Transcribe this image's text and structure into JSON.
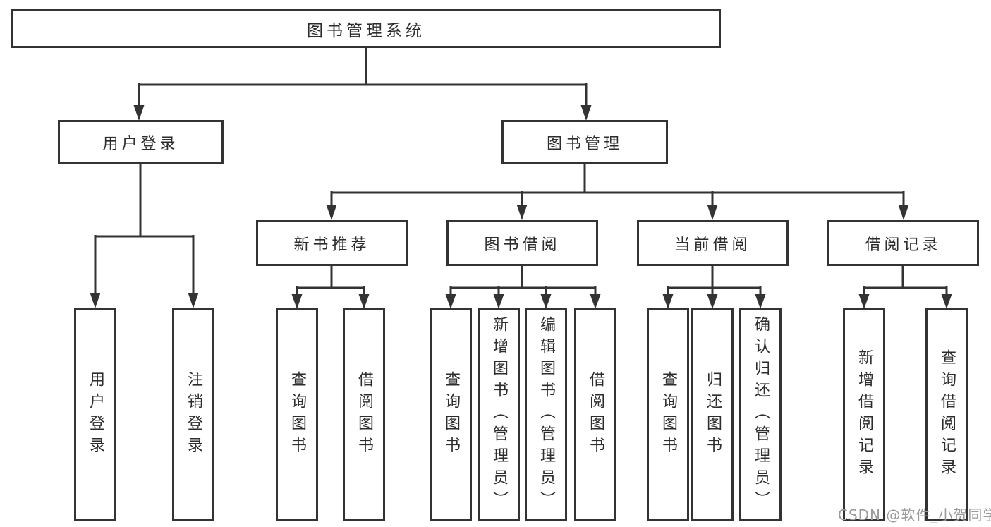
{
  "diagram": {
    "root": {
      "label": "图书管理系统"
    },
    "level2": [
      {
        "label": "用户登录"
      },
      {
        "label": "图书管理"
      }
    ],
    "level3": [
      {
        "label": "新书推荐"
      },
      {
        "label": "图书借阅"
      },
      {
        "label": "当前借阅"
      },
      {
        "label": "借阅记录"
      }
    ],
    "leaves": {
      "user_login": [
        {
          "label": "用户登录"
        },
        {
          "label": "注销登录"
        }
      ],
      "new_book": [
        {
          "label": "查询图书"
        },
        {
          "label": "借阅图书"
        }
      ],
      "book_borrow": [
        {
          "label": "查询图书"
        },
        {
          "label": "新增图书（管理员）"
        },
        {
          "label": "编辑图书（管理员）"
        },
        {
          "label": "借阅图书"
        }
      ],
      "current_borrow": [
        {
          "label": "查询图书"
        },
        {
          "label": "归还图书"
        },
        {
          "label": "确认归还（管理员）"
        }
      ],
      "borrow_record": [
        {
          "label": "新增借阅记录"
        },
        {
          "label": "查询借阅记录"
        }
      ]
    },
    "colors": {
      "line": "#333333",
      "border": "#333333",
      "text": "#2d2d2d",
      "watermark_text": "#9b9b9b",
      "background": "#ffffff"
    }
  },
  "watermark": {
    "text": "CSDN @软件_小贺同学"
  }
}
